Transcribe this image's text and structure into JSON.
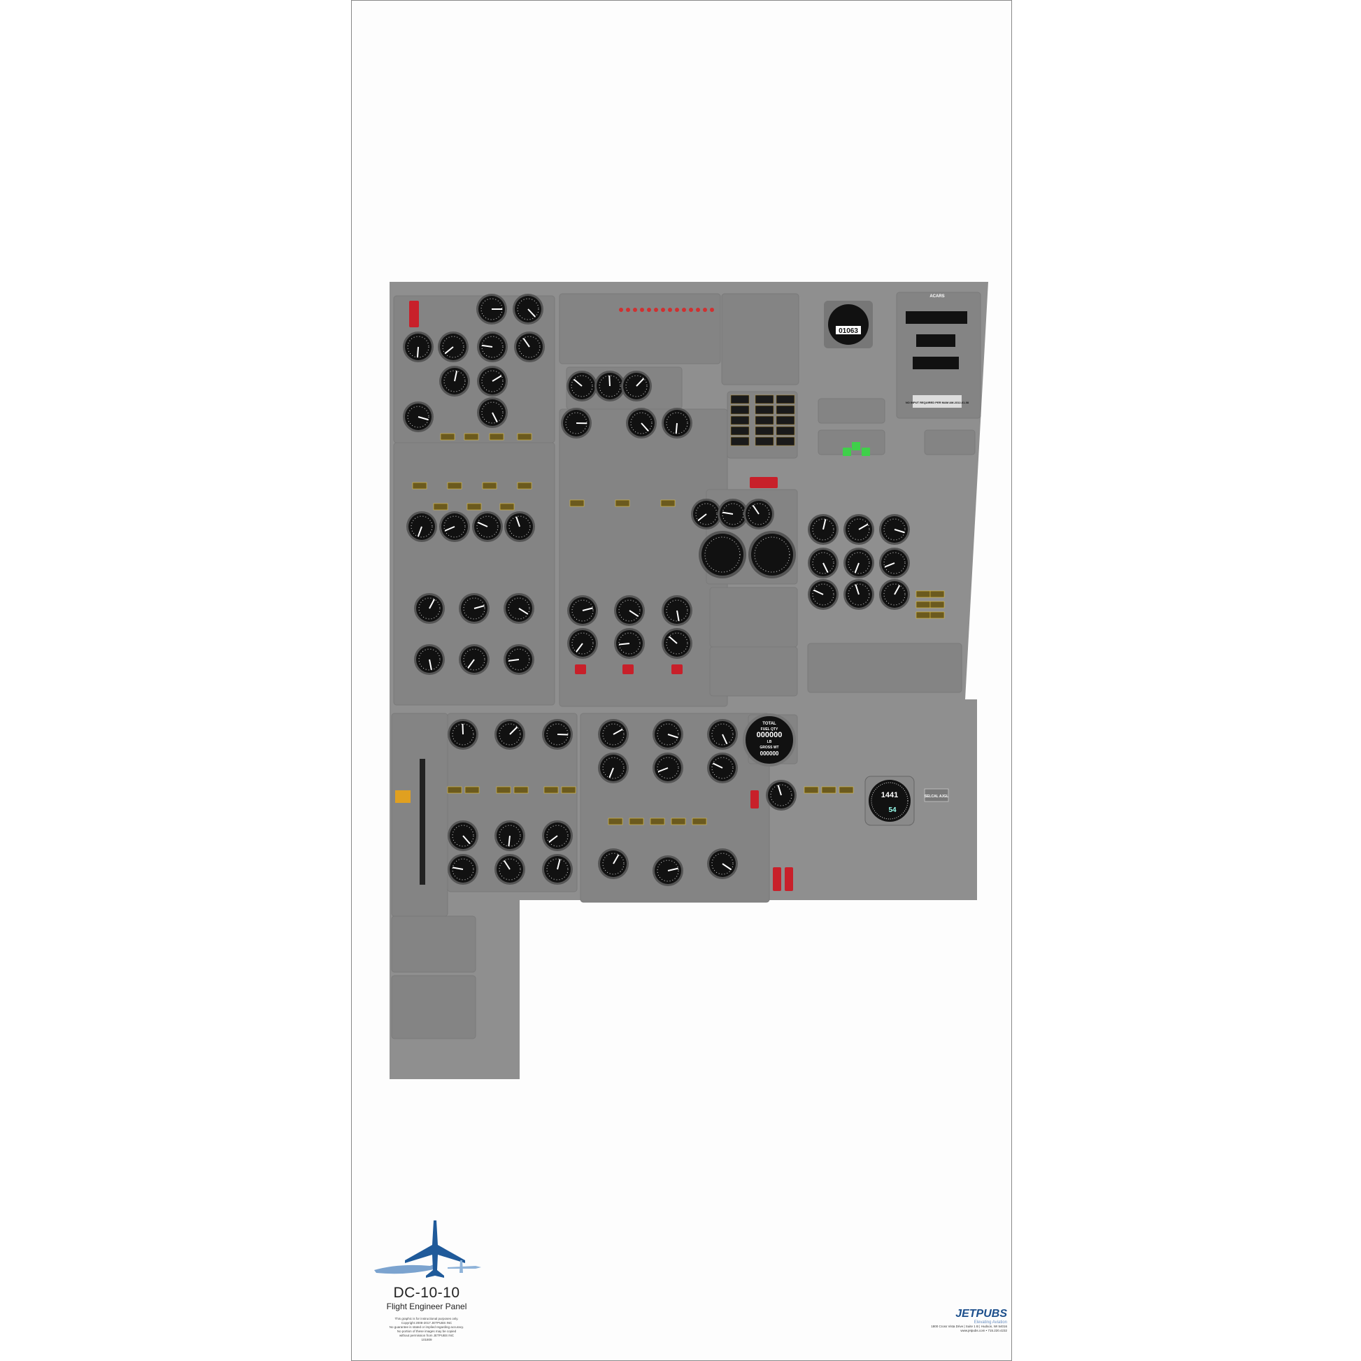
{
  "poster": {
    "title": "DC-10-10",
    "subtitle": "Flight Engineer Panel",
    "notice": [
      "This graphic is for instructional purposes only.",
      "Copyright 2008-2017 JETPUBS INC",
      "No guarantee is stated or implied regarding accuracy.",
      "No portion of these images may be copied",
      "without permission from JETPUBS INC",
      "101809"
    ]
  },
  "brand": {
    "name": "JETPUBS",
    "tagline": "Elevating Aviation",
    "address": "1800 Cross Vista Drive | Suite 1 B | Hudson, WI 54016",
    "contact": "www.jetpubs.com • 715.220.4232"
  },
  "panel": {
    "hour_meter": "01063",
    "fuel_total_label": "TOTAL",
    "fuel_qty_label": "FUEL QTY",
    "fuel_qty": "000000",
    "fuel_unit": "LB",
    "gross_wt_label": "GROSS WT",
    "gross_wt": "000000",
    "clock_time": "1441",
    "clock_seconds": "54",
    "selcal": "SELCAL AJGL",
    "acars_label": "ACARS",
    "notice_plate": "NO INPUT REQUIRED PER MAM AM-2312-61-08",
    "colors": {
      "panel": "#8f8f8f",
      "subpanel": "#848484",
      "gauge": "#111111",
      "warning": "#c8202a",
      "annunciator": "#6b5a1e",
      "light_green": "#3fd04a"
    }
  }
}
